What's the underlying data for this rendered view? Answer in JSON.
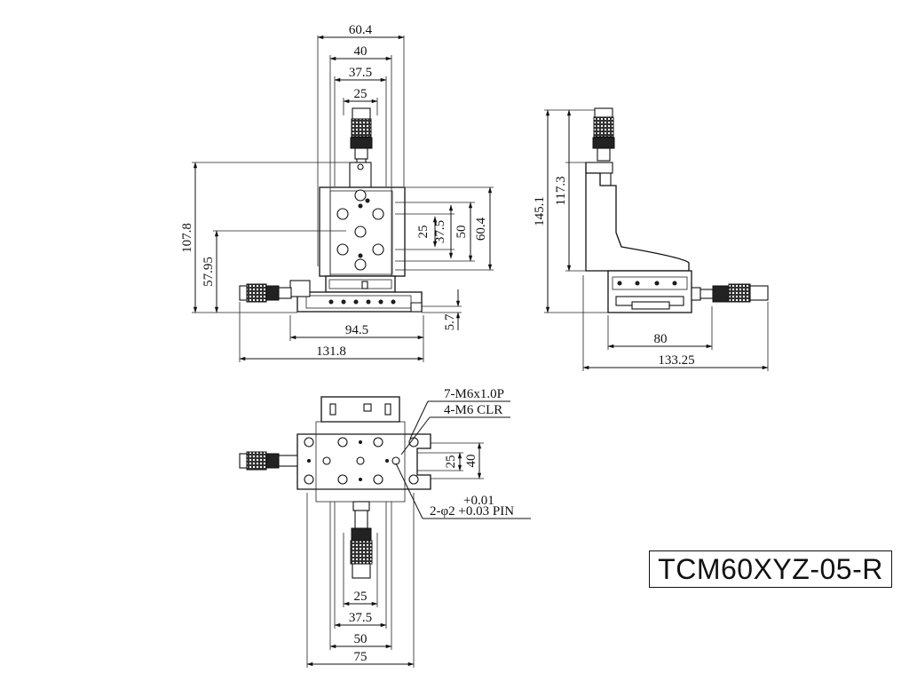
{
  "model": "TCM60XYZ-05-R",
  "front_view": {
    "top_dims": [
      "60.4",
      "40",
      "37.5",
      "25"
    ],
    "right_dims": [
      "25",
      "37.5",
      "50",
      "60.4"
    ],
    "left_dims": [
      "107.8",
      "57.95"
    ],
    "bottom_dims": [
      "94.5",
      "131.8"
    ],
    "small_dim": "5.7"
  },
  "side_view": {
    "left_dims": [
      "145.1",
      "117.3"
    ],
    "bottom_dims": [
      "80",
      "133.25"
    ]
  },
  "top_view": {
    "callouts": [
      "7-M6x1.0P",
      "4-M6 CLR"
    ],
    "right_dims": [
      "25",
      "40"
    ],
    "pin_tolerance": "+0.01",
    "pin_label": "2-φ2 +0.03 PIN",
    "bottom_dims": [
      "25",
      "37.5",
      "50",
      "75"
    ]
  }
}
